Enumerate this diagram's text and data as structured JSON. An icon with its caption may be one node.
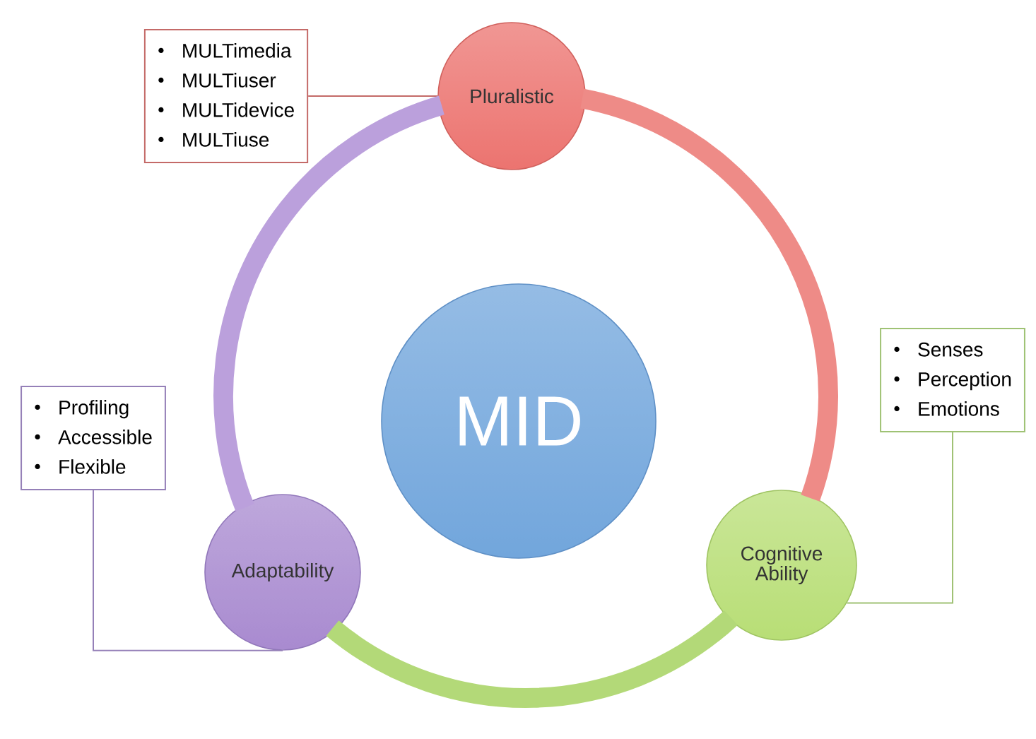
{
  "diagram": {
    "nodes": [
      {
        "text": [
          "MULTimedia",
          "MULTiuser",
          "MULTidevice",
          "MULTiuse"
        ]
      },
      {
        "text": [
          "Pluralistic"
        ]
      },
      {
        "text": [
          "MID"
        ]
      },
      {
        "text": [
          "Senses",
          "Perception",
          "Emotions"
        ]
      },
      {
        "text": [
          "Profiling",
          "Accessible",
          "Flexible"
        ]
      },
      {
        "text": [
          "Adaptability"
        ]
      },
      {
        "text": [
          "Cognitive Ability"
        ]
      }
    ],
    "edges": [
      {
        "from": 0,
        "to": 1,
        "arrow": "none",
        "color": "#c46a68"
      },
      {
        "from": 3,
        "to": 6,
        "arrow": "none",
        "color": "#9fc274"
      },
      {
        "from": 4,
        "to": 5,
        "arrow": "none",
        "color": "#9580b8"
      },
      {
        "from": 1,
        "to": 6,
        "arrow": "none",
        "style": "thick",
        "color": "#ee8b87"
      },
      {
        "from": 6,
        "to": 5,
        "arrow": "none",
        "style": "thick",
        "color": "#b3d978"
      },
      {
        "from": 5,
        "to": 1,
        "arrow": "none",
        "style": "thick",
        "color": "#bba0dc"
      }
    ]
  }
}
